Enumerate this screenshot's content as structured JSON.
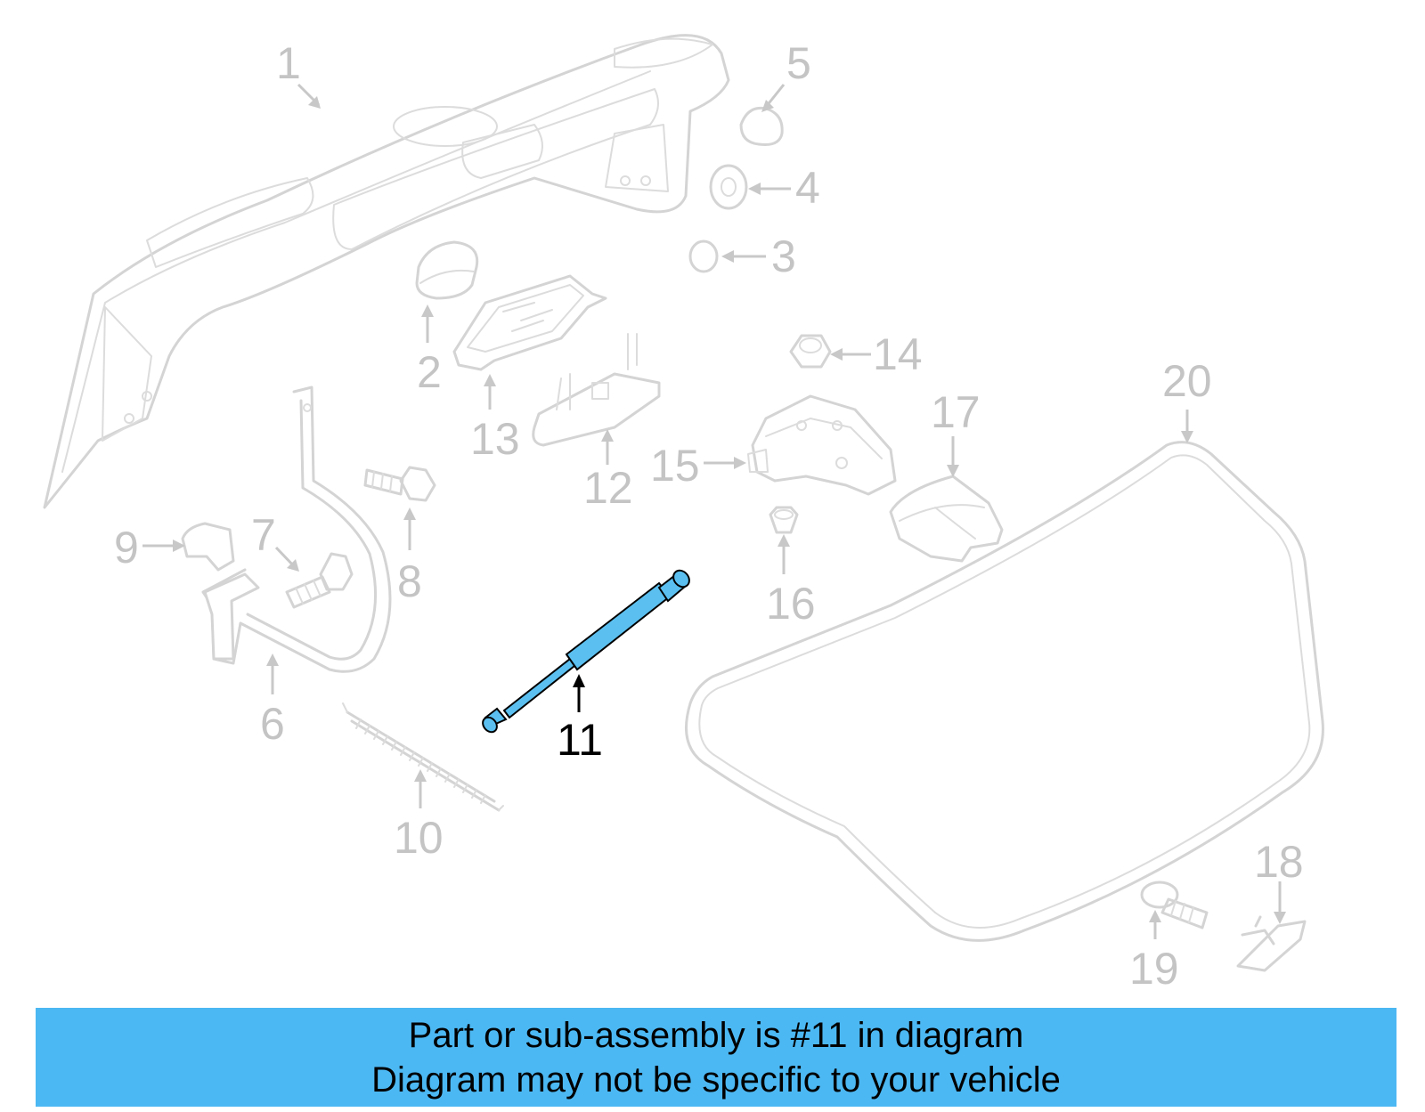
{
  "callouts": {
    "c1": "1",
    "c2": "2",
    "c3": "3",
    "c4": "4",
    "c5": "5",
    "c6": "6",
    "c7": "7",
    "c8": "8",
    "c9": "9",
    "c10": "10",
    "c11": "11",
    "c12": "12",
    "c13": "13",
    "c14": "14",
    "c15": "15",
    "c16": "16",
    "c17": "17",
    "c18": "18",
    "c19": "19",
    "c20": "20"
  },
  "highlight": {
    "part": "11",
    "color": "#5bc0f0"
  },
  "banner": {
    "line1": "Part or sub-assembly is #11 in diagram",
    "line2": "Diagram may not be specific to your vehicle",
    "background": "#4cb8f3"
  }
}
